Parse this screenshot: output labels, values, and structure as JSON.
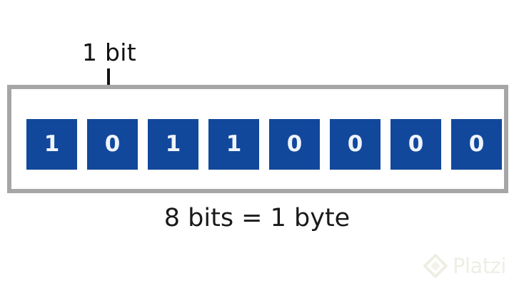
{
  "figure": {
    "background_color": "#ffffff",
    "callout": {
      "label": "1 bit",
      "arrow_icon": "down-arrow-icon",
      "points_to_bit_index": 1
    },
    "byte_frame": {
      "border_color": "#a6a6a6",
      "fill_color": "#ffffff",
      "bit_color": "#12489c",
      "bit_text_color": "#eef4fc",
      "bits": [
        {
          "index": 0,
          "value": "1"
        },
        {
          "index": 1,
          "value": "0"
        },
        {
          "index": 2,
          "value": "1"
        },
        {
          "index": 3,
          "value": "1"
        },
        {
          "index": 4,
          "value": "0"
        },
        {
          "index": 5,
          "value": "0"
        },
        {
          "index": 6,
          "value": "0"
        },
        {
          "index": 7,
          "value": "0"
        }
      ]
    },
    "caption": "8 bits = 1 byte"
  },
  "watermark": {
    "text": "Platzi",
    "mark_icon": "platzi-diamond-icon",
    "color": "#eeeee6"
  }
}
